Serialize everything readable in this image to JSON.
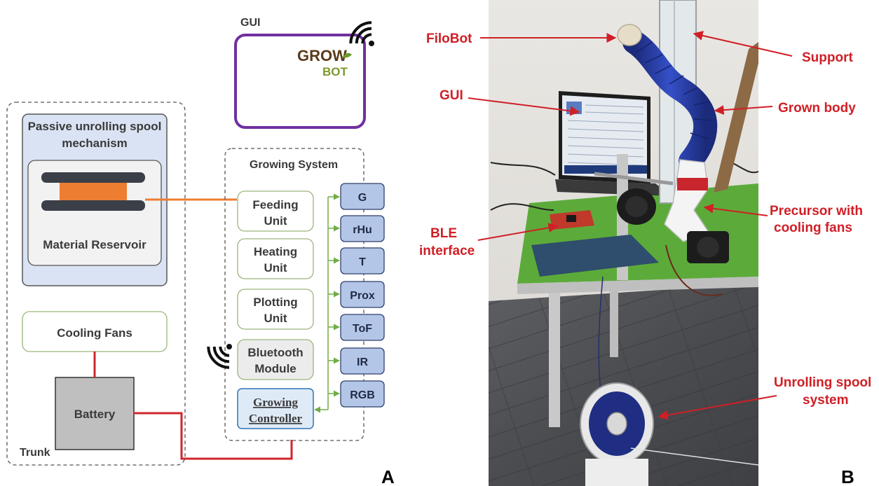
{
  "panel_a": {
    "letter": "A",
    "gui": {
      "title": "GUI",
      "logo_line1": "GROW",
      "logo_line2": "BOT"
    },
    "trunk": {
      "label": "Trunk"
    },
    "spool_mechanism": {
      "title_line1": "Passive unrolling spool",
      "title_line2": "mechanism",
      "reservoir_label": "Material Reservoir"
    },
    "cooling_fans": {
      "label": "Cooling Fans"
    },
    "battery": {
      "label": "Battery"
    },
    "growing_system": {
      "title": "Growing System",
      "units": [
        {
          "line1": "Feeding",
          "line2": "Unit"
        },
        {
          "line1": "Heating",
          "line2": "Unit"
        },
        {
          "line1": "Plotting",
          "line2": "Unit"
        },
        {
          "line1": "Bluetooth",
          "line2": "Module"
        }
      ],
      "controller": {
        "line1": "Growing",
        "line2": "Controller"
      },
      "sensors": [
        "G",
        "rHu",
        "T",
        "Prox",
        "ToF",
        "IR",
        "RGB"
      ]
    },
    "colors": {
      "gui_border": "#7030a0",
      "wire_red": "#d0262d",
      "wire_orange": "#ed7d31",
      "sensor_fill": "#b4c6e7",
      "spool_bg": "#dae3f3",
      "arrow_green": "#70ad47"
    }
  },
  "panel_b": {
    "letter": "B",
    "labels": {
      "filobot": "FiloBot",
      "support": "Support",
      "gui": "GUI",
      "grown_body": "Grown body",
      "ble_line1": "BLE",
      "ble_line2": "interface",
      "precursor_line1": "Precursor with",
      "precursor_line2": "cooling fans",
      "spool_line1": "Unrolling spool",
      "spool_line2": "system"
    }
  }
}
